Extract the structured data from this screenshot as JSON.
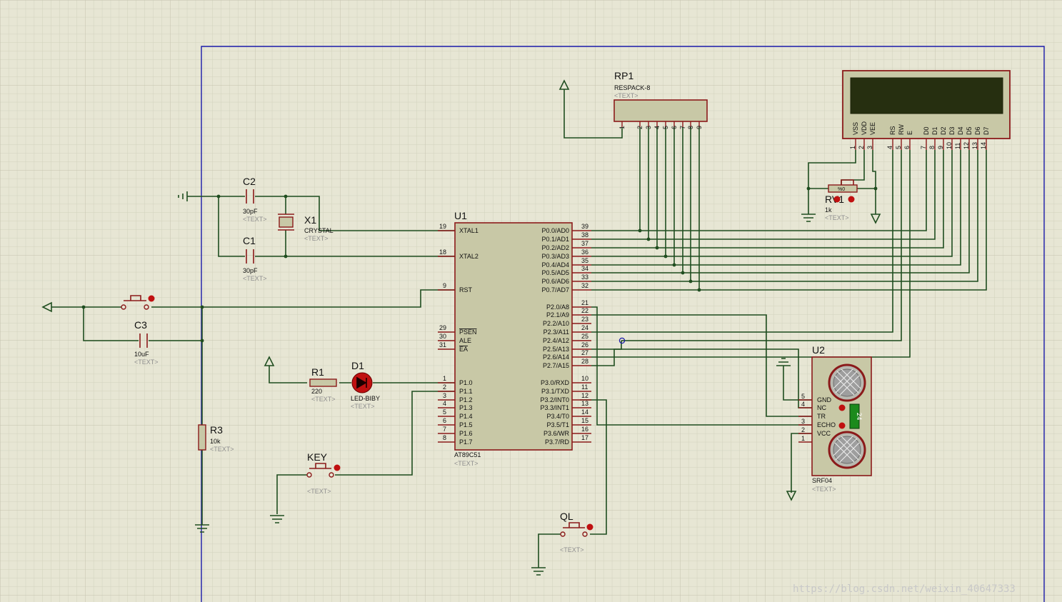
{
  "sheet": {
    "border_color": "#1a1aaa",
    "wire_color": "#1f4d1f",
    "component_color": "#8b1a1a"
  },
  "placeholder": "<TEXT>",
  "watermark": "https://blog.csdn.net/weixin_40647333",
  "u1": {
    "designator": "U1",
    "part": "AT89C51",
    "left_pins": [
      {
        "num": "19",
        "name": "XTAL1"
      },
      {
        "num": "18",
        "name": "XTAL2"
      },
      {
        "num": "9",
        "name": "RST"
      },
      {
        "num": "29",
        "name": "PSEN"
      },
      {
        "num": "30",
        "name": "ALE"
      },
      {
        "num": "31",
        "name": "EA"
      },
      {
        "num": "1",
        "name": "P1.0"
      },
      {
        "num": "2",
        "name": "P1.1"
      },
      {
        "num": "3",
        "name": "P1.2"
      },
      {
        "num": "4",
        "name": "P1.3"
      },
      {
        "num": "5",
        "name": "P1.4"
      },
      {
        "num": "6",
        "name": "P1.5"
      },
      {
        "num": "7",
        "name": "P1.6"
      },
      {
        "num": "8",
        "name": "P1.7"
      }
    ],
    "right_pins": [
      {
        "num": "39",
        "name": "P0.0/AD0"
      },
      {
        "num": "38",
        "name": "P0.1/AD1"
      },
      {
        "num": "37",
        "name": "P0.2/AD2"
      },
      {
        "num": "36",
        "name": "P0.3/AD3"
      },
      {
        "num": "35",
        "name": "P0.4/AD4"
      },
      {
        "num": "34",
        "name": "P0.5/AD5"
      },
      {
        "num": "33",
        "name": "P0.6/AD6"
      },
      {
        "num": "32",
        "name": "P0.7/AD7"
      },
      {
        "num": "21",
        "name": "P2.0/A8"
      },
      {
        "num": "22",
        "name": "P2.1/A9"
      },
      {
        "num": "23",
        "name": "P2.2/A10"
      },
      {
        "num": "24",
        "name": "P2.3/A11"
      },
      {
        "num": "25",
        "name": "P2.4/A12"
      },
      {
        "num": "26",
        "name": "P2.5/A13"
      },
      {
        "num": "27",
        "name": "P2.6/A14"
      },
      {
        "num": "28",
        "name": "P2.7/A15"
      },
      {
        "num": "10",
        "name": "P3.0/RXD"
      },
      {
        "num": "11",
        "name": "P3.1/TXD"
      },
      {
        "num": "12",
        "name": "P3.2/INT0"
      },
      {
        "num": "13",
        "name": "P3.3/INT1"
      },
      {
        "num": "14",
        "name": "P3.4/T0"
      },
      {
        "num": "15",
        "name": "P3.5/T1"
      },
      {
        "num": "16",
        "name": "P3.6/WR"
      },
      {
        "num": "17",
        "name": "P3.7/RD"
      }
    ]
  },
  "rp1": {
    "designator": "RP1",
    "part": "RESPACK-8",
    "pins": [
      "1",
      "2",
      "3",
      "4",
      "5",
      "6",
      "7",
      "8",
      "9"
    ]
  },
  "lcd": {
    "pin_names": [
      "VSS",
      "VDD",
      "VEE",
      "RS",
      "RW",
      "E",
      "D0",
      "D1",
      "D2",
      "D3",
      "D4",
      "D5",
      "D6",
      "D7"
    ],
    "pin_nums": [
      "1",
      "2",
      "3",
      "4",
      "5",
      "6",
      "7",
      "8",
      "9",
      "10",
      "11",
      "12",
      "13",
      "14"
    ]
  },
  "rv1": {
    "designator": "RV1",
    "value": "1k",
    "wiper": "%0"
  },
  "u2": {
    "designator": "U2",
    "part": "SRF04",
    "reading": "24",
    "pins": [
      {
        "num": "5",
        "name": "GND"
      },
      {
        "num": "4",
        "name": "NC"
      },
      {
        "num": "",
        "name": "TR"
      },
      {
        "num": "3",
        "name": "ECHO"
      },
      {
        "num": "2",
        "name": "VCC"
      },
      {
        "num": "1",
        "name": ""
      }
    ]
  },
  "c1": {
    "designator": "C1",
    "value": "30pF"
  },
  "c2": {
    "designator": "C2",
    "value": "30pF"
  },
  "c3": {
    "designator": "C3",
    "value": "10uF"
  },
  "x1": {
    "designator": "X1",
    "value": "CRYSTAL"
  },
  "r1": {
    "designator": "R1",
    "value": "220"
  },
  "r3": {
    "designator": "R3",
    "value": "10k"
  },
  "d1": {
    "designator": "D1",
    "value": "LED-BIBY"
  },
  "key": {
    "designator": "KEY"
  },
  "ql": {
    "designator": "QL"
  }
}
